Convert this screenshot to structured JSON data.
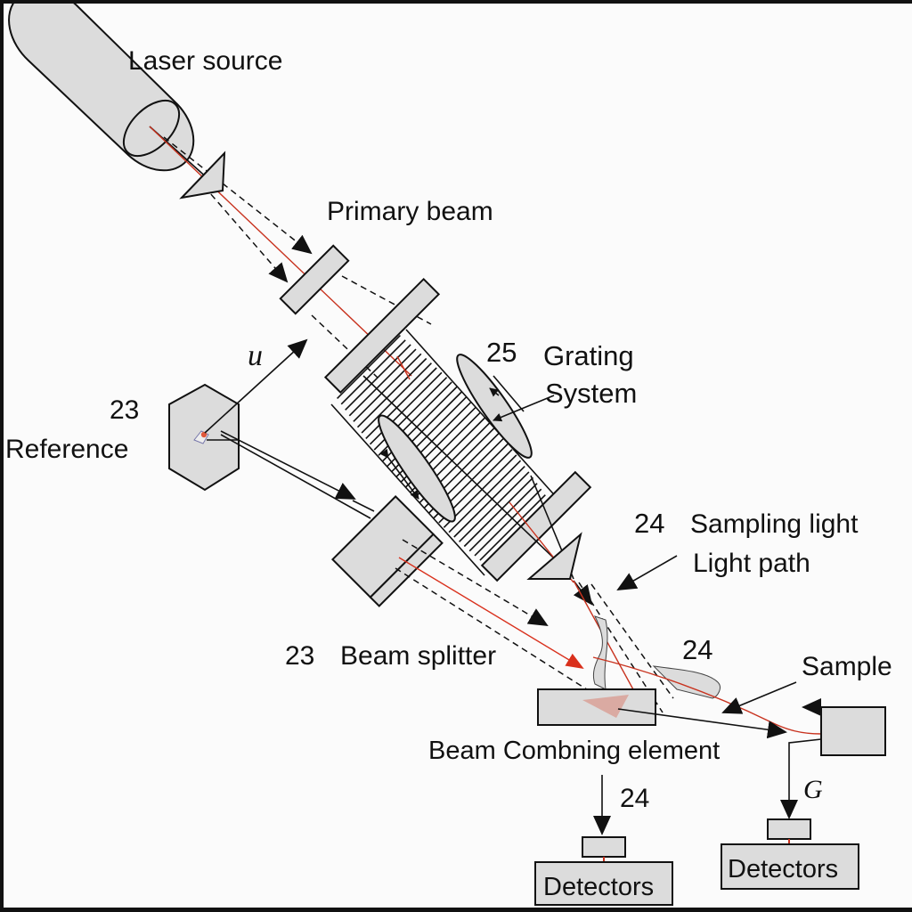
{
  "figure": {
    "title": "Optical measurement setup schematic",
    "colors": {
      "component_fill": "#dcdcdc",
      "outline": "#111111",
      "beam_red": "#c8321e",
      "sample_patch": "#d9a49b",
      "background": "#fbfbfb"
    }
  },
  "labels": {
    "laser_source": "Laser source",
    "primary_beam": "Primary beam",
    "grating_number": "25",
    "grating_line1": "Grating",
    "grating_line2": "System",
    "reference_number": "23",
    "reference": "Reference",
    "u_symbol": "u",
    "sampling_number": "24",
    "sampling_light": "Sampling light",
    "light_path": "Light path",
    "beam_splitter_number": "23",
    "beam_splitter": "Beam splitter",
    "mid_number": "24",
    "sample": "Sample",
    "beam_combining": "Beam Combning element",
    "detector_arrow_number": "24",
    "g_symbol": "G",
    "detectors_left": "Detectors",
    "detectors_right": "Detectors"
  },
  "components": [
    {
      "id": "laser-source",
      "label_ref": "laser_source"
    },
    {
      "id": "prism-1"
    },
    {
      "id": "primary-plate"
    },
    {
      "id": "grating-plate-upper"
    },
    {
      "id": "grating-lines",
      "line_count": 34
    },
    {
      "id": "lens-right"
    },
    {
      "id": "lens-left"
    },
    {
      "id": "grating-plate-lower"
    },
    {
      "id": "prism-2"
    },
    {
      "id": "reference-hexagon",
      "label_ref": "reference"
    },
    {
      "id": "beam-splitter-block",
      "label_ref": "beam_splitter"
    },
    {
      "id": "beam-combining-element",
      "label_ref": "beam_combining"
    },
    {
      "id": "sample-block",
      "label_ref": "sample"
    },
    {
      "id": "detector-left",
      "label_ref": "detectors_left"
    },
    {
      "id": "detector-right",
      "label_ref": "detectors_right"
    }
  ]
}
